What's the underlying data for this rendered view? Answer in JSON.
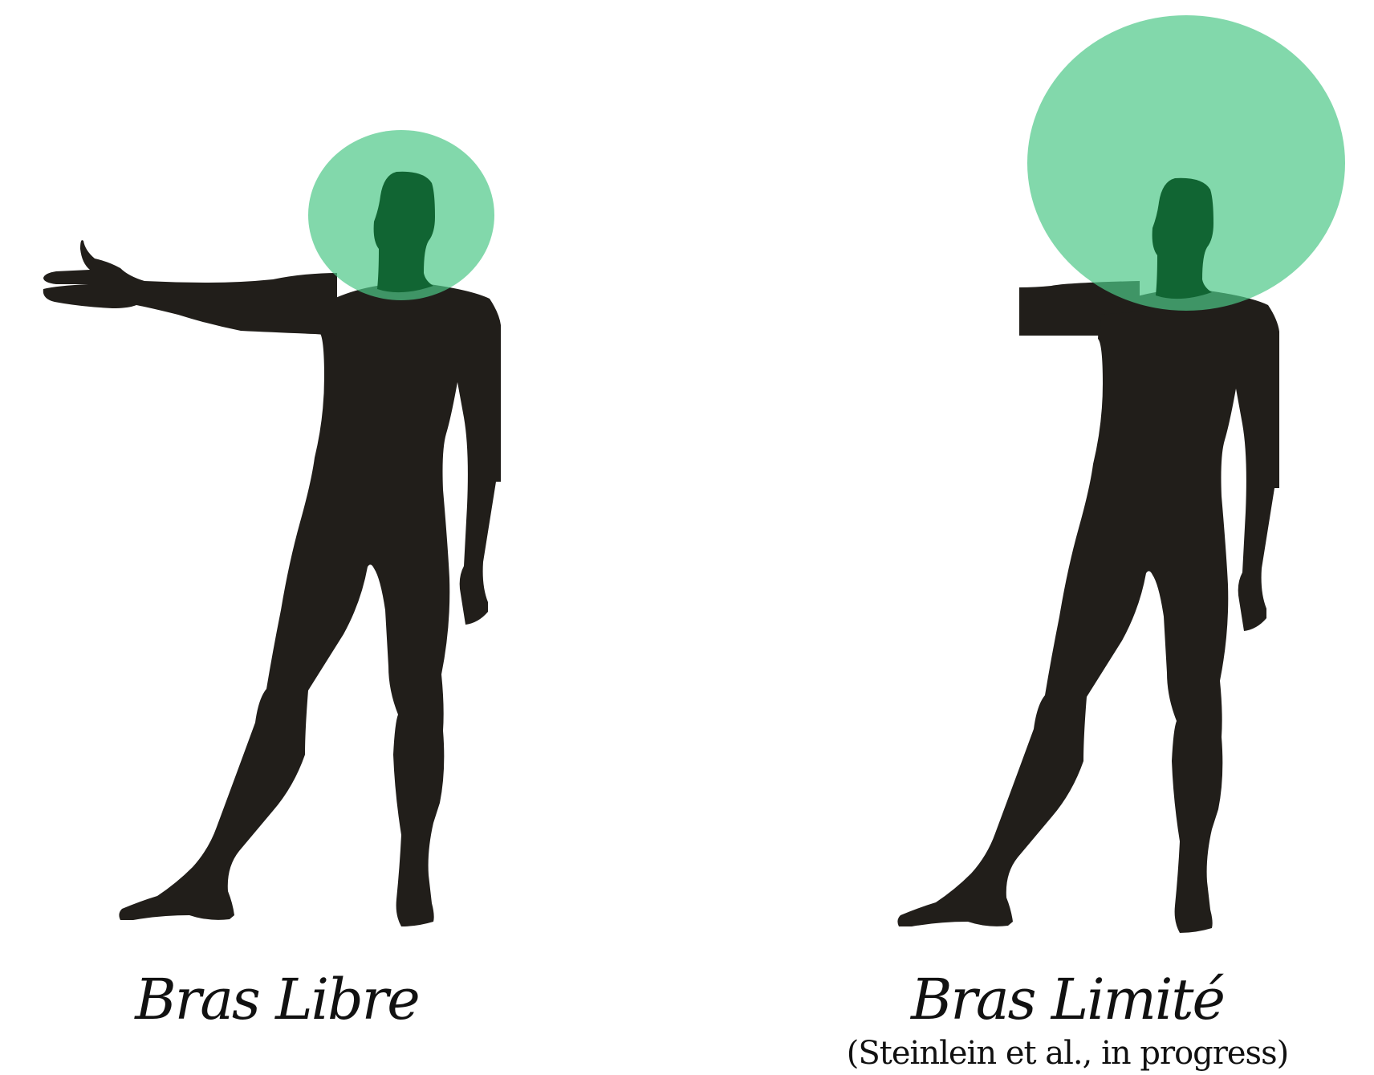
{
  "figures": [
    {
      "title": "Bras Libre",
      "subtitle": "",
      "arm_state": "extended",
      "zone_size": "small"
    },
    {
      "title": "Bras Limité",
      "subtitle": "(Steinlein et al., in progress)",
      "arm_state": "truncated",
      "zone_size": "large"
    }
  ],
  "colors": {
    "silhouette": "#211e1a",
    "zone_fill": "#4dc787",
    "head_tint": "#116533",
    "background": "#ffffff"
  }
}
